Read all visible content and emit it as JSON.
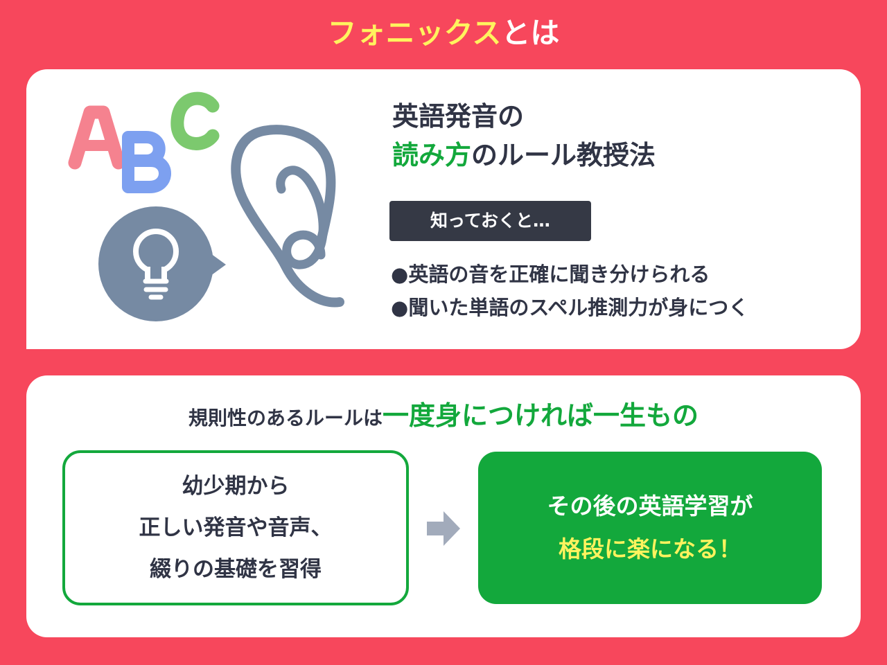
{
  "title": {
    "highlight": "フォニックス",
    "rest": "とは"
  },
  "illustration": {
    "letters": [
      "A",
      "B",
      "C"
    ],
    "letter_colors": [
      "#F5828F",
      "#7DA0F0",
      "#7CC96E"
    ],
    "icons": [
      "lightbulb-icon",
      "ear-icon"
    ],
    "icon_color": "#768AA3"
  },
  "definition": {
    "line1": "英語発音の",
    "line2_green": "読み方",
    "line2_rest": "のルール教授法"
  },
  "tag": {
    "label": "知っておくと…"
  },
  "benefits": [
    {
      "bullet": "●",
      "text": "英語の音を正確に聞き分けられる"
    },
    {
      "bullet": "●",
      "text": "聞いた単語のスペル推測力が身につく"
    }
  ],
  "rule": {
    "lead": "規則性のあるルールは",
    "emphasis": "一度身につければ一生もの"
  },
  "left_box": {
    "lines": [
      "幼少期から",
      "正しい発音や音声、",
      "綴りの基礎を習得"
    ]
  },
  "right_box": {
    "line1": "その後の英語学習が",
    "line2": "格段に楽になる！"
  },
  "colors": {
    "background": "#F7475C",
    "accent_green": "#13A83C",
    "accent_yellow": "#FFF35E",
    "text_dark": "#303445",
    "arrow_gray": "#A2ABBB"
  }
}
